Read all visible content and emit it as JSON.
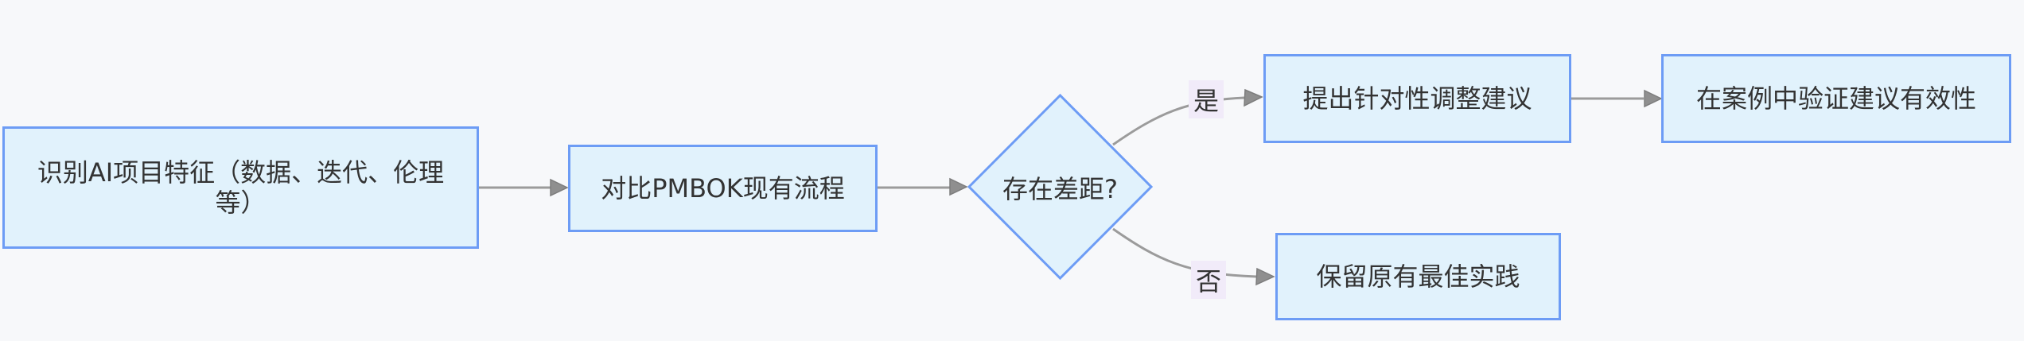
{
  "colors": {
    "background": "#f7f8fa",
    "node-fill": "#e1f2fc",
    "node-border": "#6d9cf5",
    "edge-color": "#9b9b9b",
    "arrow-fill": "#8f8f8f",
    "label-bg": "#f1ebf9",
    "text-color": "#333333"
  },
  "diagram": {
    "type": "flowchart",
    "direction": "left-to-right",
    "nodes": [
      {
        "id": "A",
        "shape": "rect",
        "label": "识别AI项目特征（数据、迭代、伦理等）"
      },
      {
        "id": "B",
        "shape": "rect",
        "label": "对比PMBOK现有流程"
      },
      {
        "id": "C",
        "shape": "diamond",
        "label": "存在差距?"
      },
      {
        "id": "D",
        "shape": "rect",
        "label": "提出针对性调整建议"
      },
      {
        "id": "E",
        "shape": "rect",
        "label": "在案例中验证建议有效性"
      },
      {
        "id": "F",
        "shape": "rect",
        "label": "保留原有最佳实践"
      }
    ],
    "edges": [
      {
        "from": "A",
        "to": "B",
        "label": ""
      },
      {
        "from": "B",
        "to": "C",
        "label": ""
      },
      {
        "from": "C",
        "to": "D",
        "label": "是"
      },
      {
        "from": "C",
        "to": "F",
        "label": "否"
      },
      {
        "from": "D",
        "to": "E",
        "label": ""
      }
    ]
  }
}
